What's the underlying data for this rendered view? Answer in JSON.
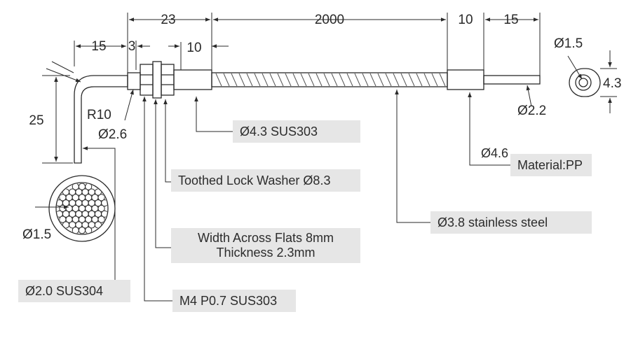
{
  "dimensions": {
    "d23": "23",
    "d2000": "2000",
    "d10_right": "10",
    "d15_right": "15",
    "d15_left": "15",
    "d3": "3",
    "d10_mid": "10",
    "d25": "25",
    "r10": "R10",
    "dia_2_6": "Ø2.6",
    "dia_1_5_end": "Ø1.5",
    "d4_3": "4.3",
    "dia_2_2": "Ø2.2",
    "dia_1_5_section": "Ø1.5"
  },
  "callouts": {
    "sheath": "Ø4.3   SUS303",
    "end_dia": "Ø4.6",
    "end_material": "Material:PP",
    "washer": "Toothed Lock Washer Ø8.3",
    "stainless": "Ø3.8 stainless steel",
    "flats_line1": "Width Across Flats 8mm",
    "flats_line2": "Thickness 2.3mm",
    "probe": "Ø2.0   SUS304",
    "thread": "M4 P0.7 SUS303"
  },
  "colors": {
    "line": "#2a2a2a",
    "callout_bg": "#e6e6e6"
  }
}
